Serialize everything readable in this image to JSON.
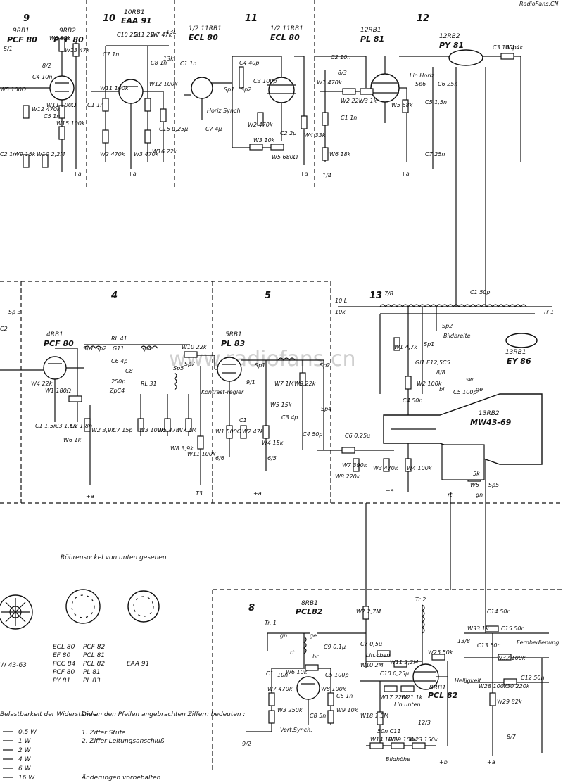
{
  "header": {
    "site_mark": "RadioFans.CN"
  },
  "watermark": "www.radiofans.cn",
  "sections": {
    "s9": "9",
    "s10": "10",
    "s11": "11",
    "s12": "12",
    "s4": "4",
    "s5": "5",
    "s13": "13",
    "s8": "8"
  },
  "tubes": {
    "t9a": {
      "ref": "9RB1",
      "type": "PCF 80"
    },
    "t9b": {
      "ref": "9RB2",
      "type": "PCF 80"
    },
    "t10": {
      "ref": "10RB1",
      "type": "EAA 91"
    },
    "t11a": {
      "ref": "1/2 11RB1",
      "type": "ECL 80"
    },
    "t11b": {
      "ref": "1/2 11RB1",
      "type": "ECL 80"
    },
    "t12a": {
      "ref": "12RB1",
      "type": "PL 81"
    },
    "t12b": {
      "ref": "12RB2",
      "type": "PY 81"
    },
    "t4": {
      "ref": "4RB1",
      "type": "PCF 80"
    },
    "t5": {
      "ref": "5RB1",
      "type": "PL 83"
    },
    "t13": {
      "ref": "13RB1",
      "type": "EY 86"
    },
    "crt": {
      "ref": "13RB2",
      "type": "MW43-69"
    },
    "t8a": {
      "ref": "8RB1",
      "type": "PCL82"
    },
    "t8b": {
      "ref": "8RB1",
      "type": "PCL 82"
    }
  },
  "components_top": {
    "c9_w8": "W8 22k",
    "c9_w13": "W13 47k",
    "c9_c4": "C4 10n",
    "c9_w5": "W5 100Ω",
    "c9_w12": "W12 470k",
    "c9_w11": "W11 100Ω",
    "c9_c5": "C5 1n",
    "c9_w15": "W15 100k",
    "c9_c2": "C2 1n",
    "c9_w9": "W9 15k",
    "c9_w10": "W10 2,2M",
    "c9_tap1": "8/2",
    "c9_tap2": "5/1",
    "c10_c10": "C10 25n",
    "c10_c11": "C11 25n",
    "c10_w7": "W7 47k",
    "c10_c7": "C7 1n",
    "c10_c8": "C8 1n",
    "c10_w11": "W11 100k",
    "c10_w12": "W12 100k",
    "c10_c1": "C1 1n",
    "c10_w2": "W2 470k",
    "c10_w3": "W3 470k",
    "c10_w16": "W16 22k",
    "c10_c15": "C15 0,25µ",
    "c10_13l": "13L",
    "c10_13k": "13k",
    "c11_c1": "C1 1n",
    "c11_c4": "C4 40p",
    "c11_c3": "C3 100p",
    "c11_sp1": "Sp1",
    "c11_sp2": "Sp2",
    "c11_sync": "Horiz.Synch.",
    "c11_c7": "C7 4µ",
    "c11_w2": "W2 470k",
    "c11_w3": "W3 10k",
    "c11_c2": "C2 2µ",
    "c11_w5": "W5 680Ω",
    "c11_w4": "W4 33k",
    "c12_c2": "C2 10n",
    "c12_w1": "W1 470k",
    "c12_w2": "W2 22k",
    "c12_w3": "W3 1k",
    "c12_c1": "C1 1n",
    "c12_w6": "W6 18k",
    "c12_c3": "C3 100p",
    "c12_w4": "W4 4k",
    "c12_linhoriz": "Lin.Horiz.",
    "c12_sp6": "Sp6",
    "c12_c6": "C6 25n",
    "c12_c5": "C5 1,5n",
    "c12_w5": "W5 68k",
    "c12_c7": "C7 25n",
    "c12_tap1": "8/3",
    "c12_tap2": "1/4"
  },
  "components_mid": {
    "c4_sp3": "Sp 3",
    "c4_c2": "C2",
    "c4_rl41": "RL 41",
    "c4_sp1": "Sp1",
    "c4_sp2": "Sp2",
    "c4_g11": "G11",
    "c4_sp4": "Sp4",
    "c4_c6": "C6 4p",
    "c4_c8": "C8",
    "c4_250p": "250p",
    "c4_zpc4": "ZpC4",
    "c4_rl31": "RL 31",
    "c4_sp5": "Sp5",
    "c4_w4": "W4 22k",
    "c4_w1": "W1 180Ω",
    "c4_c1": "C1 1,5n",
    "c4_c3": "C3 1,5n",
    "c4_c2b": "C2 1,8n",
    "c4_w6": "W6 1k",
    "c4_w2": "W2 3,9k",
    "c4_c7": "C7 15p",
    "c4_w3": "W3 100k",
    "c4_w5": "W5 47k",
    "c4_w7": "W7 1M",
    "c4_w8": "W8 3,9k",
    "c5_w10": "W10 22k",
    "c5_sp7": "Sp7",
    "c5_kontrast": "Kontrast-regler",
    "c5_w11": "W11 100k",
    "c5_sp1": "Sp1",
    "c5_sp2": "Sp2",
    "c5_tap": "9/1",
    "c5_w7": "W7 1M",
    "c5_w9": "W9 22k",
    "c5_w5": "W5 15k",
    "c5_c3": "C3 4p",
    "c5_c1": "C1",
    "c5_w1": "W1 500Ω",
    "c5_w2": "W2 47k",
    "c5_w4": "W4 15k",
    "c5_c4": "C4 50p",
    "c5_sp4": "Sp4",
    "c5_t3": "T3",
    "c5_66": "6/6",
    "c5_65": "6/5",
    "c13_78": "7/8",
    "c13_10l": "10 L",
    "c13_10k": "10k",
    "c13_c1": "C1 50p",
    "c13_tr1": "Tr 1",
    "c13_sp2": "Sp2",
    "c13_bildbreite": "Bildbreite",
    "c13_w1": "W1 4,7k",
    "c13_sp1": "Sp1",
    "c13_g1": "Gl1 E12,5C5",
    "c13_88": "8/8",
    "c13_w2": "W2 100k",
    "c13_c4": "C4 50n",
    "c13_sw": "sw",
    "c13_bl": "bl",
    "c13_ge": "ge",
    "c13_c5": "C5 100p",
    "c13_c6": "C6 0,25µ",
    "c13_w7": "W7 390k",
    "c13_w8": "W8 220k",
    "c13_w3": "W3 470k",
    "c13_w4": "W4 100k",
    "c13_w5": "W5",
    "c13_5k": "5k",
    "c13_sp5": "Sp5",
    "c13_rt": "rt",
    "c13_gn": "gn"
  },
  "supply": {
    "plus_a": "+a",
    "plus_b": "+b"
  },
  "socket_legend": {
    "title": "Röhrensockel von unten gesehen",
    "col1": [
      "ECL 80",
      "EF 80",
      "PCC 84",
      "PCF 80",
      "PY 81"
    ],
    "col2": [
      "PCF 82",
      "PCL 81",
      "PCL 82",
      "PL 81",
      "PL 83"
    ],
    "eaa": "EAA 91",
    "crt_label": "W 43-63"
  },
  "power_legend": {
    "title": "Belastbarkeit der Widerstände",
    "items": [
      "0,5 W",
      "1 W",
      "2 W",
      "4 W",
      "6 W",
      "16 W"
    ]
  },
  "arrow_note": {
    "title": "Die an den Pfeilen angebrachten Ziffern bedeuten :",
    "line1": "1. Ziffer     Stufe",
    "line2": "2. Ziffer     Leitungsanschluß"
  },
  "footer_note": "Änderungen vorbehalten",
  "components_bottom": {
    "c8_tr1": "Tr. 1",
    "c8_gn": "gn",
    "c8_ge": "ge",
    "c8_rt": "rt",
    "c8_br": "br",
    "c8_c9": "C9 0,1µ",
    "c8_c1": "C1",
    "c8_10n": "10n",
    "c8_w6": "W6 10k",
    "c8_c5": "C5 100p",
    "c8_c6": "C6 1n",
    "c8_w7": "W7 470k",
    "c8_w3": "W3 250k",
    "c8_c8": "C8 5n",
    "c8_w8": "W8 100k",
    "c8_w9": "W9 10k",
    "c8_vert": "Vert.Synch.",
    "c8_92": "9/2",
    "c8_w7b": "W7 2,7M",
    "c8_c7": "C7 0,5µ",
    "c8_linoben": "Lin.oben",
    "c8_w10": "W10 2M",
    "c8_w11": "W11 2,2M",
    "c8_c10": "C10 0,25µ",
    "c8_w17": "W17 220k",
    "c8_w21": "W21 1k",
    "c8_linunten": "Lin.unten",
    "c8_w18": "W18 1,5M",
    "c8_c11": "50n C11",
    "c8_w14": "W14 100k",
    "c8_w19": "W19 100k",
    "c8_w23": "W23 150k",
    "c8_bildhohe": "Bildhöhe",
    "c8_123": "12/3",
    "c8_w25": "W25 50k",
    "c8_tr2": "Tr 2",
    "c8_c14": "C14 50n",
    "c8_w33": "W33 1k",
    "c8_c15": "C15 50n",
    "c8_c13": "C13 50n",
    "c8_fern": "Fernbedienung",
    "c8_w32": "W32 100k",
    "c8_hell": "Helligkeit",
    "c8_w28": "W28 100k",
    "c8_w30": "W30 220k",
    "c8_c12": "C12 50n",
    "c8_w29": "W29 82k",
    "c8_138": "13/8",
    "c8_87": "8/7"
  }
}
